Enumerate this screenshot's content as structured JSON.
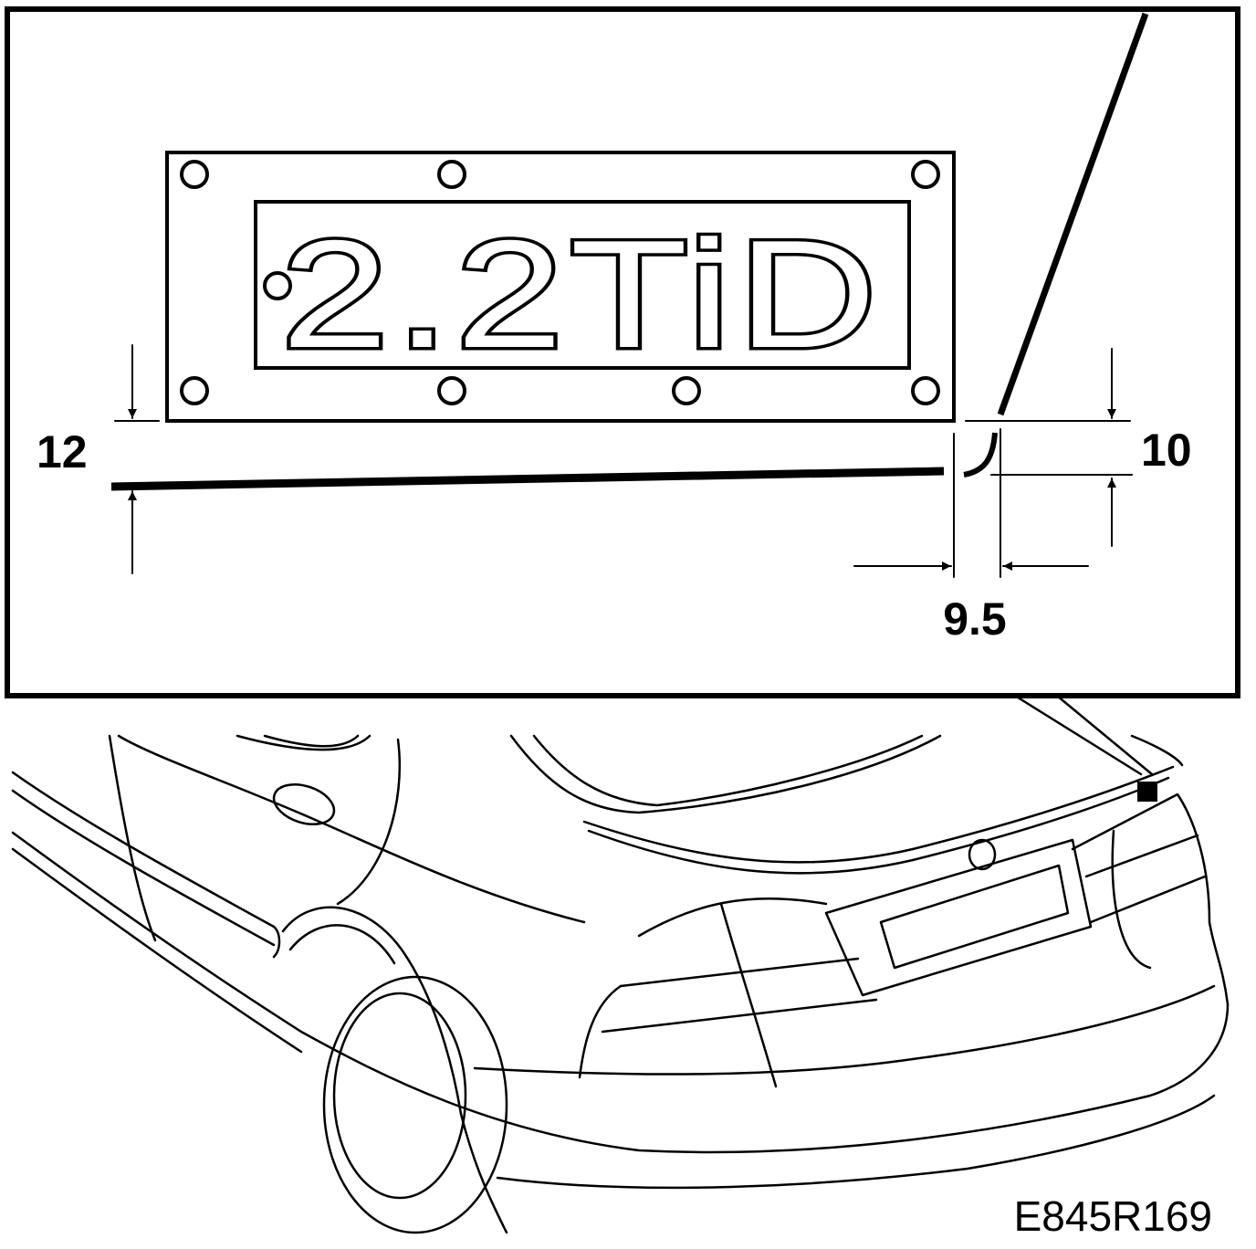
{
  "badge": {
    "text": "2.2TiD"
  },
  "dimensions": {
    "left_height": "12",
    "right_height": "10",
    "right_offset": "9.5"
  },
  "figure_code": "E845R169"
}
